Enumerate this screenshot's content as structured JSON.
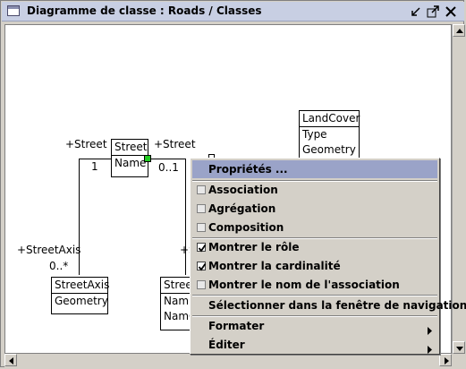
{
  "window": {
    "title": "Diagramme de classe : Roads / Classes"
  },
  "diagram": {
    "classes": {
      "street": {
        "name": "Street",
        "attributes": [
          "Name"
        ]
      },
      "landcover": {
        "name": "LandCover",
        "attributes": [
          "Type",
          "Geometry"
        ]
      },
      "streetaxis": {
        "name": "StreetAxis",
        "attributes": [
          "Geometry"
        ]
      },
      "streetname": {
        "name": "Street",
        "attributes": [
          "NamR",
          "NamO"
        ]
      }
    },
    "labels": {
      "role_left_top": "+Street",
      "mult_left_top": "1",
      "role_right_top": "+Street",
      "mult_right_top": "0..1",
      "role_streetaxis": "+StreetAxis",
      "mult_streetaxis": "0..*",
      "role_lower_partial": "+S"
    }
  },
  "context_menu": {
    "items": [
      {
        "label": "Propriétés ...",
        "type": "action",
        "selected": true
      },
      {
        "label": "Association",
        "type": "check",
        "checked": false
      },
      {
        "label": "Agrégation",
        "type": "check",
        "checked": false
      },
      {
        "label": "Composition",
        "type": "check",
        "checked": false
      },
      {
        "label": "Montrer le rôle",
        "type": "check",
        "checked": true
      },
      {
        "label": "Montrer la cardinalité",
        "type": "check",
        "checked": true
      },
      {
        "label": "Montrer le nom de l'association",
        "type": "check",
        "checked": false
      },
      {
        "label": "Sélectionner dans la fenêtre de navigation",
        "type": "action"
      },
      {
        "label": "Formater",
        "type": "submenu"
      },
      {
        "label": "Éditer",
        "type": "submenu"
      }
    ]
  },
  "colors": {
    "titlebar": "#c8cfe3",
    "menu_highlight": "#9aa3c8",
    "selection_handle": "#22cc22"
  }
}
